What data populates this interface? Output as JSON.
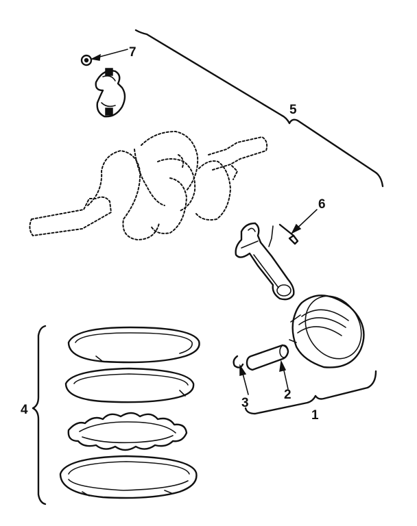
{
  "callouts": [
    {
      "id": "1",
      "text": "1"
    },
    {
      "id": "2",
      "text": "2"
    },
    {
      "id": "3",
      "text": "3"
    },
    {
      "id": "4",
      "text": "4"
    },
    {
      "id": "5",
      "text": "5"
    },
    {
      "id": "6",
      "text": "6"
    },
    {
      "id": "7",
      "text": "7"
    }
  ],
  "colors": {
    "ink": "#111111",
    "background": "#ffffff"
  }
}
